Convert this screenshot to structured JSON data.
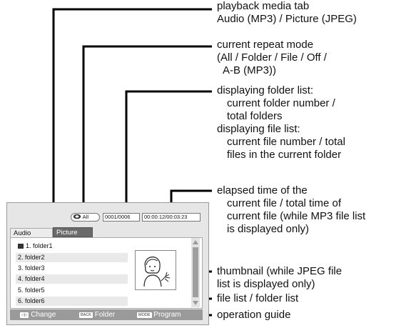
{
  "annotations": {
    "media_tab": [
      "playback media tab",
      "Audio (MP3) / Picture (JPEG)"
    ],
    "repeat_mode": [
      "current repeat mode",
      "(All / Folder / File / Off /",
      "A-B (MP3))"
    ],
    "counter": [
      "displaying folder list:",
      "current folder number /",
      "total folders",
      "displaying file list:",
      "current file number / total",
      "files in the current folder"
    ],
    "time": [
      "elapsed time of the",
      "current file / total time of",
      "current file (while MP3 file list",
      "is displayed only)"
    ],
    "thumbnail": [
      "thumbnail (while JPEG file",
      "list is displayed only)"
    ],
    "file_list": [
      "file list / folder list"
    ],
    "guide": [
      "operation guide"
    ]
  },
  "screen": {
    "repeat_label": "All",
    "counter": "0001/0006",
    "time": "00:00:12/00:03:23",
    "tabs": [
      "Audio",
      "Picture"
    ],
    "items": [
      "1. folder1",
      "2. folder2",
      "3. folder3",
      "4. folder4",
      "5. folder5",
      "6. folder6"
    ],
    "guide": [
      {
        "key": "◁▷",
        "label": "Change"
      },
      {
        "key": "BACK",
        "label": "Folder"
      },
      {
        "key": "MODE",
        "label": "Program"
      }
    ]
  }
}
